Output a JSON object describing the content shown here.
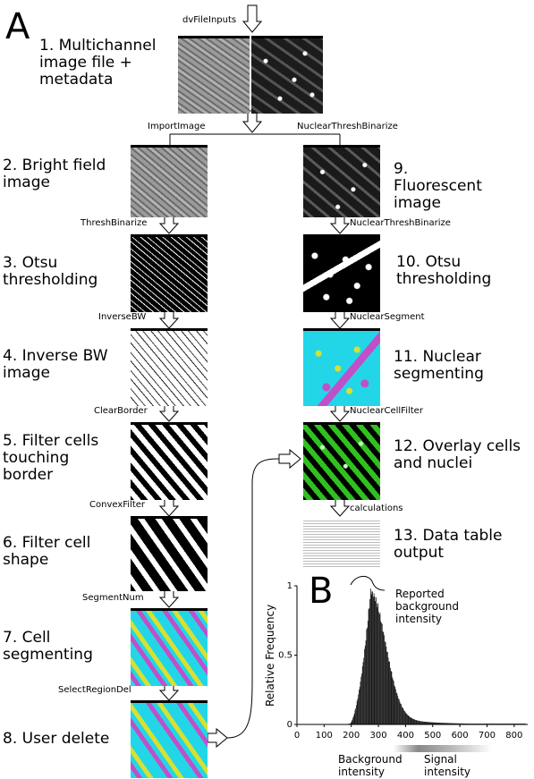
{
  "panels": {
    "a": "A",
    "b": "B"
  },
  "steps": [
    {
      "id": "1",
      "text": "1. Multichannel image file + metadata"
    },
    {
      "id": "2",
      "text": "2. Bright field image"
    },
    {
      "id": "3",
      "text": "3. Otsu thresholding"
    },
    {
      "id": "4",
      "text": "4. Inverse BW image"
    },
    {
      "id": "5",
      "text": "5. Filter cells touching border"
    },
    {
      "id": "6",
      "text": "6. Filter cell shape"
    },
    {
      "id": "7",
      "text": "7. Cell segmenting"
    },
    {
      "id": "8",
      "text": "8. User delete"
    },
    {
      "id": "9",
      "text": "9. Fluorescent image"
    },
    {
      "id": "10",
      "text": "10. Otsu thresholding"
    },
    {
      "id": "11",
      "text": "11. Nuclear segmenting"
    },
    {
      "id": "12",
      "text": "12. Overlay cells and nuclei"
    },
    {
      "id": "13",
      "text": "13. Data table output"
    }
  ],
  "functions": {
    "dvFileInputs": "dvFileInputs",
    "ImportImage": "ImportImage",
    "NuclearThreshBinarize_top": "NuclearThreshBinarize",
    "ThreshBinarize": "ThreshBinarize",
    "NuclearThreshBinarize": "NuclearThreshBinarize",
    "InverseBW": "InverseBW",
    "NuclearSegment": "NuclearSegment",
    "ClearBorder": "ClearBorder",
    "NuclearCellFilter": "NuclearCellFilter",
    "ConvexFilter": "ConvexFilter",
    "calculations": "calculations",
    "SegmentNum": "SegmentNum",
    "SelectRegionDel": "SelectRegionDel"
  },
  "colors": {
    "cyan": "#22d6e8",
    "magenta": "#c050c8",
    "yellow": "#d8e030",
    "green": "#30c020",
    "histogram": "#1a1a1a"
  },
  "chart_data": {
    "type": "bar",
    "title": "",
    "xlabel": "",
    "ylabel": "Relative Frequency",
    "xlim": [
      0,
      850
    ],
    "ylim": [
      0,
      1
    ],
    "xticks": [
      "0",
      "100",
      "200",
      "300",
      "400",
      "500",
      "600",
      "700",
      "800"
    ],
    "yticks": [
      "0",
      "0.5",
      "1"
    ],
    "peak_x": 270,
    "annotations": {
      "reported": "Reported background intensity",
      "background": "Background intensity",
      "signal": "Signal intensity"
    }
  }
}
